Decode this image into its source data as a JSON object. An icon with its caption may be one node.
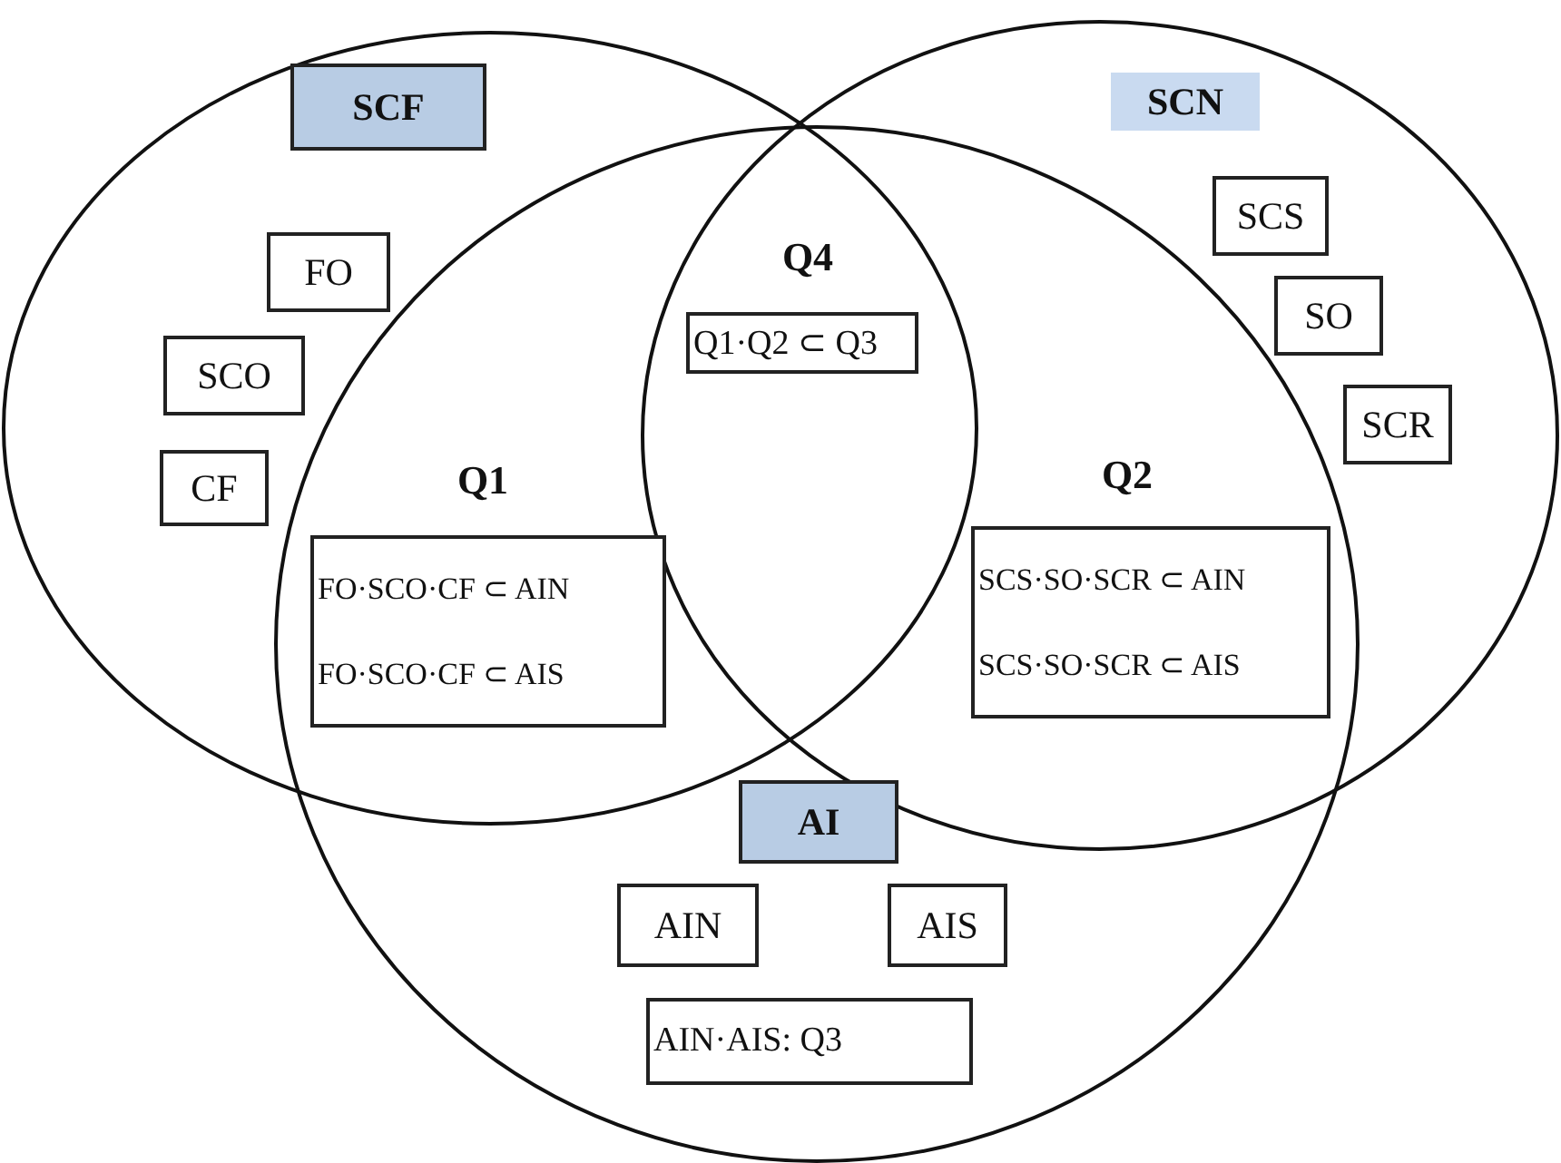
{
  "diagram": {
    "nodes": [
      {
        "text": [
          "SCF"
        ]
      },
      {
        "text": [
          "FO"
        ]
      },
      {
        "text": [
          "SCO"
        ]
      },
      {
        "text": [
          "CF"
        ]
      },
      {
        "text": [
          "SCN"
        ]
      },
      {
        "text": [
          "SCS"
        ]
      },
      {
        "text": [
          "SO"
        ]
      },
      {
        "text": [
          "SCR"
        ]
      },
      {
        "text": [
          "Q1·Q2 ⊂ Q3"
        ]
      },
      {
        "text": [
          "FO·SCO·CF ⊂ AIN",
          "FO·SCO·CF ⊂ AIS"
        ]
      },
      {
        "text": [
          "SCS·SO·SCR ⊂ AIN",
          "SCS·SO·SCR ⊂ AIS"
        ]
      },
      {
        "text": [
          "AI"
        ]
      },
      {
        "text": [
          "AIN"
        ]
      },
      {
        "text": [
          "AIS"
        ]
      },
      {
        "text": [
          "AIN·AIS: Q3"
        ]
      }
    ],
    "edges": [],
    "labels": [
      "Q4",
      "Q1",
      "Q2"
    ]
  }
}
